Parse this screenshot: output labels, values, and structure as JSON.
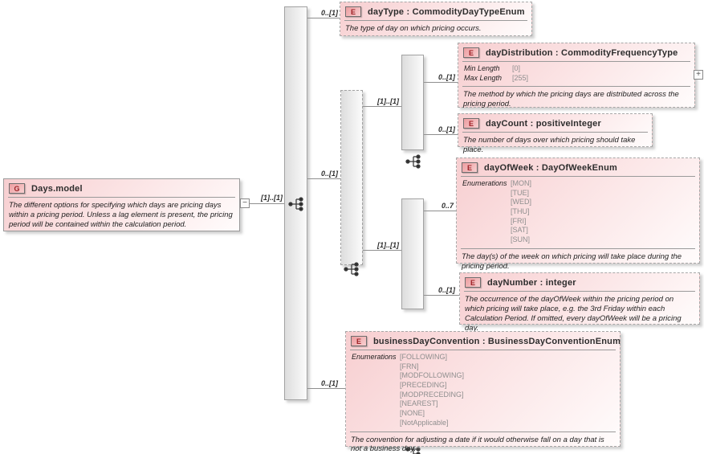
{
  "root": {
    "badge": "G",
    "title": "Days.model",
    "description": "The different options for specifying which days are pricing days within a pricing period. Unless a lag element is present, the pricing period will be contained within the calculation period.",
    "collapse_glyph": "−"
  },
  "cardinalities": {
    "model_to_sequence": "[1]..[1]",
    "day_type": "0..[1]",
    "choice_group": "0..[1]",
    "inner_sequence_top": "[1]..[1]",
    "day_distribution": "0..[1]",
    "day_count": "0..[1]",
    "day_of_week": "0..7",
    "inner_sequence_bottom": "[1]..[1]",
    "day_number": "0..[1]",
    "business_day_convention": "0..[1]"
  },
  "elements": {
    "day_type": {
      "badge": "E",
      "title": "dayType : CommodityDayTypeEnum",
      "description": "The type of day on which pricing occurs."
    },
    "day_distribution": {
      "badge": "E",
      "title": "dayDistribution : CommodityFrequencyType",
      "facets": [
        {
          "label": "Min Length",
          "value": "[0]"
        },
        {
          "label": "Max Length",
          "value": "[255]"
        }
      ],
      "description": "The method by which the pricing days are distributed across the pricing period.",
      "expand_glyph": "+"
    },
    "day_count": {
      "badge": "E",
      "title": "dayCount : positiveInteger",
      "description": "The number of days over which pricing should take place."
    },
    "day_of_week": {
      "badge": "E",
      "title": "dayOfWeek : DayOfWeekEnum",
      "enum_label": "Enumerations",
      "enum_values": [
        "[MON]",
        "[TUE]",
        "[WED]",
        "[THU]",
        "[FRI]",
        "[SAT]",
        "[SUN]"
      ],
      "description": "The day(s) of the week on which pricing will take place during the pricing period."
    },
    "day_number": {
      "badge": "E",
      "title": "dayNumber : integer",
      "description": "The occurrence of the dayOfWeek within the pricing period on which pricing will take place, e.g. the 3rd Friday within each Calculation Period. If omitted, every dayOfWeek will be a pricing day."
    },
    "business_day_convention": {
      "badge": "E",
      "title": "businessDayConvention : BusinessDayConventionEnum",
      "enum_label": "Enumerations",
      "enum_values": [
        "[FOLLOWING]",
        "[FRN]",
        "[MODFOLLOWING]",
        "[PRECEDING]",
        "[MODPRECEDING]",
        "[NEAREST]",
        "[NONE]",
        "[NotApplicable]"
      ],
      "description": "The convention for adjusting a date if it would otherwise fall on a day that is not a business day."
    }
  }
}
